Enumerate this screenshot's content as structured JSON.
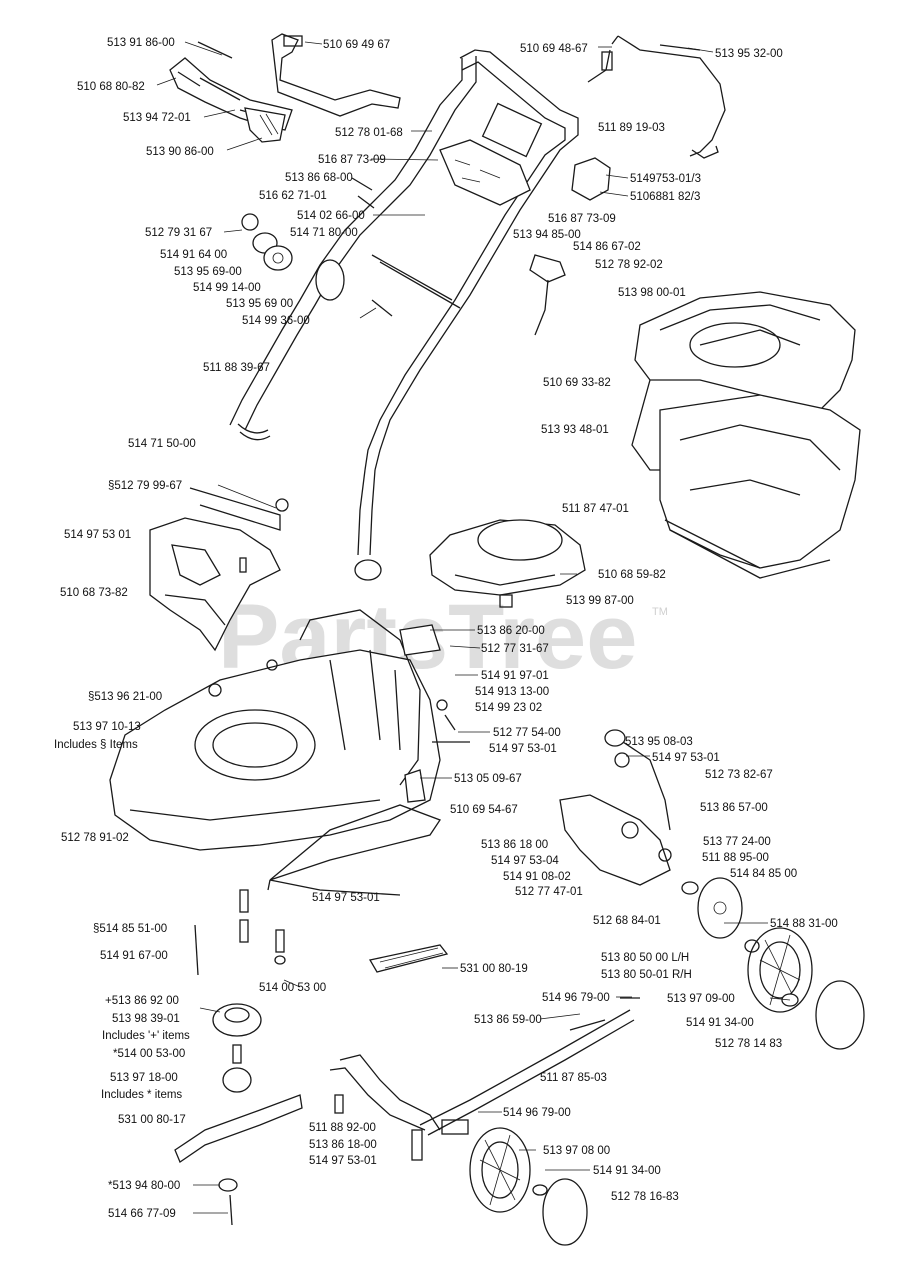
{
  "watermark": {
    "text": "PartsTree",
    "mark": "TM"
  },
  "labels": [
    "513 91 86-00",
    "510 68 80-82",
    "513 94 72-01",
    "513 90 86-00",
    "510 69 49 67",
    "510 69 48-67",
    "513 95 32-00",
    "511 89 19-03",
    "512 78 01-68",
    "516 87 73-09",
    "513 86 68-00",
    "516 62 71-01",
    "5149753-01/3",
    "5106881 82/3",
    "514 02 66-00",
    "516 87 73-09",
    "513 94 85-00",
    "514 86 67-02",
    "512 78 92-02",
    "512 79 31 67",
    "514 71 80-00",
    "514 91 64 00",
    "513 95 69-00",
    "514 99 14-00",
    "513 95 69 00",
    "514 99 36-00",
    "513 98 00-01",
    "511 88 39-67",
    "510 69 33-82",
    "514 71 50-00",
    "513 93 48-01",
    "§512 79 99-67",
    "511 87 47-01",
    "514 97 53 01",
    "510 68 59-82",
    "510 68 73-82",
    "513 99 87-00",
    "513 86 20-00",
    "512 77 31-67",
    "514 91 97-01",
    "§513 96 21-00",
    "514 913 13-00",
    "514 99 23 02",
    "513 97 10-13",
    "Includes § Items",
    "512 77 54-00",
    "514 97 53-01",
    "513 95 08-03",
    "514 97 53-01",
    "512 73 82-67",
    "513 05 09-67",
    "510 69 54-67",
    "513 86 57-00",
    "513 77 24-00",
    "512 78 91-02",
    "513 86 18 00",
    "511 88 95-00",
    "514 97 53-04",
    "514 84 85 00",
    "514 91 08-02",
    "512 77 47-01",
    "514 97 53-01",
    "512 68 84-01",
    "514 88 31-00",
    "§514 85 51-00",
    "514 91 67-00",
    "531 00 80-19",
    "513 80 50 00 L/H",
    "513 80 50-01 R/H",
    "514 00 53 00",
    "514 96 79-00",
    "+513 86 92 00",
    "513 97 09-00",
    "513 98 39-01",
    "513 86 59-00",
    "514 91 34-00",
    "Includes '+' items",
    "512 78 14 83",
    "*514 00 53-00",
    "511 87 85-03",
    "513 97 18-00",
    "Includes * items",
    "514 96 79-00",
    "531 00 80-17",
    "511 88 92-00",
    "513 86 18-00",
    "513 97 08 00",
    "514 97 53-01",
    "514 91 34-00",
    "512 78 16-83",
    "*513 94 80-00",
    "514 66 77-09"
  ]
}
